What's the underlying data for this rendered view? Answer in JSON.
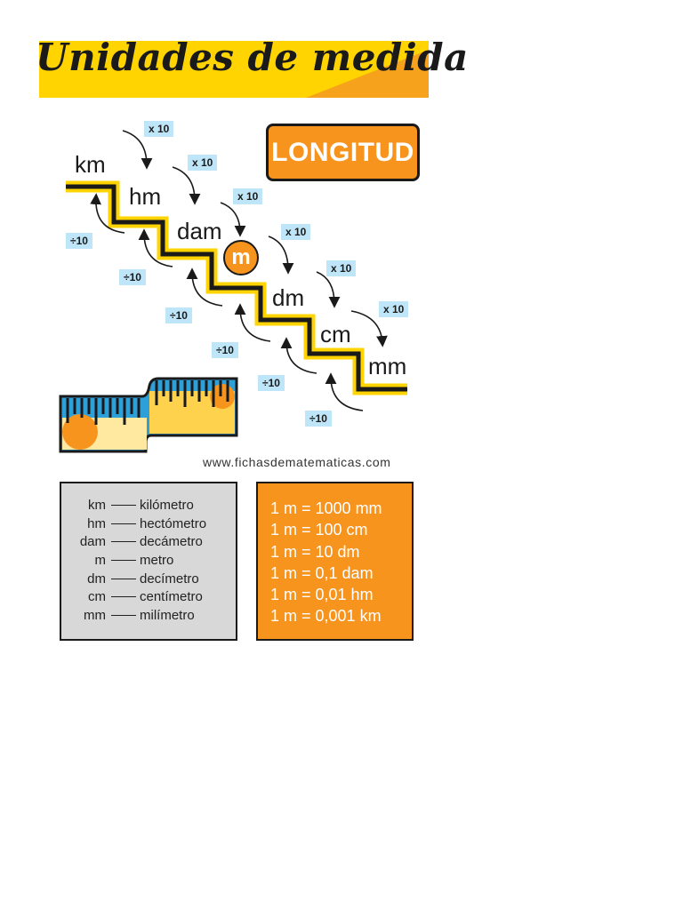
{
  "title": "Unidades de medida",
  "badge": "LONGITUD",
  "units": [
    "km",
    "hm",
    "dam",
    "m",
    "dm",
    "cm",
    "mm"
  ],
  "multiply_label": "x 10",
  "divide_label": "÷10",
  "website": "www.fichasdematematicas.com",
  "legend": [
    {
      "abbr": "km",
      "name": "kilómetro"
    },
    {
      "abbr": "hm",
      "name": "hectómetro"
    },
    {
      "abbr": "dam",
      "name": "decámetro"
    },
    {
      "abbr": "m",
      "name": "metro"
    },
    {
      "abbr": "dm",
      "name": "decímetro"
    },
    {
      "abbr": "cm",
      "name": "centímetro"
    },
    {
      "abbr": "mm",
      "name": "milímetro"
    }
  ],
  "equivalences": [
    "1 m  =  1000 mm",
    "1 m  =  100 cm",
    "1 m  =  10 dm",
    "1 m  =  0,1 dam",
    "1 m  =  0,01 hm",
    "1 m  =  0,001 km"
  ],
  "colors": {
    "orange": "#f7941d",
    "yellow": "#ffd400",
    "tag_blue": "#bfe6f8",
    "legend_grey": "#d8d8d8"
  }
}
